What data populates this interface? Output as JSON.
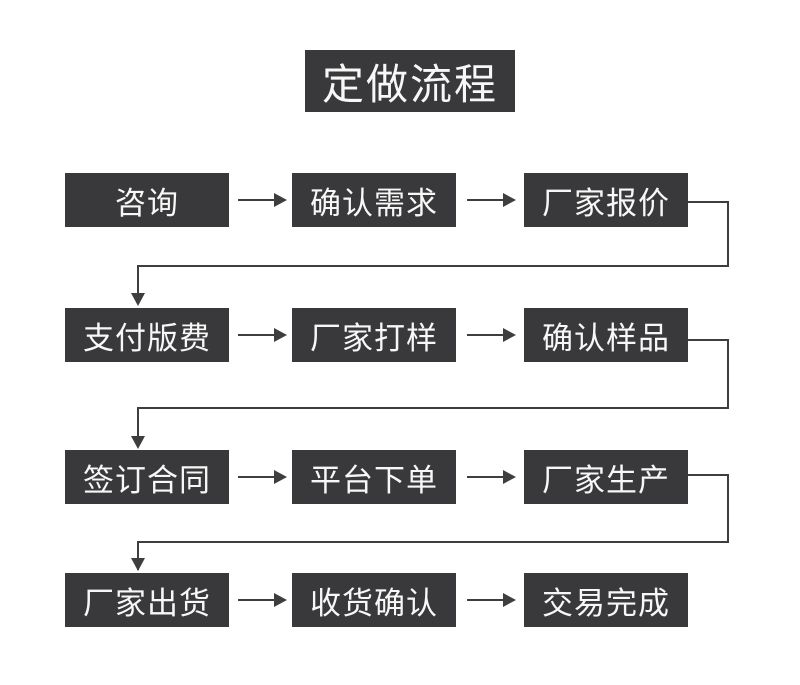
{
  "title": "定做流程",
  "colors": {
    "bg": "#ffffff",
    "box_bg": "#39393b",
    "box_text": "#f7f7f7",
    "line": "#3e3e40"
  },
  "flow": {
    "rows": [
      {
        "steps": [
          {
            "label": "咨询"
          },
          {
            "label": "确认需求"
          },
          {
            "label": "厂家报价"
          }
        ]
      },
      {
        "steps": [
          {
            "label": "支付版费"
          },
          {
            "label": "厂家打样"
          },
          {
            "label": "确认样品"
          }
        ]
      },
      {
        "steps": [
          {
            "label": "签订合同"
          },
          {
            "label": "平台下单"
          },
          {
            "label": "厂家生产"
          }
        ]
      },
      {
        "steps": [
          {
            "label": "厂家出货"
          },
          {
            "label": "收货确认"
          },
          {
            "label": "交易完成"
          }
        ]
      }
    ]
  }
}
